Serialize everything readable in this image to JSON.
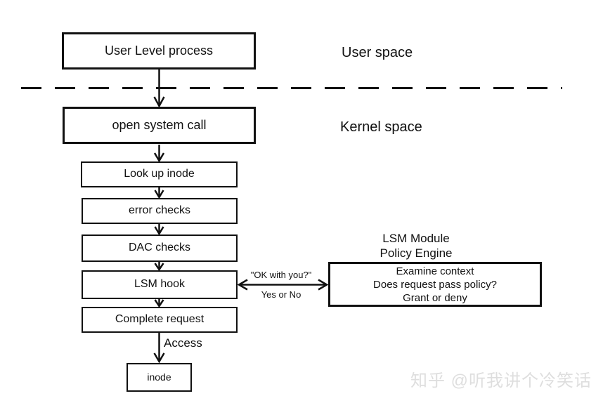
{
  "diagram": {
    "regions": {
      "user_space": "User space",
      "kernel_space": "Kernel space"
    },
    "nodes": {
      "user_level_process": "User Level process",
      "open_system_call": "open system call",
      "look_up_inode": "Look up inode",
      "error_checks": "error checks",
      "dac_checks": "DAC checks",
      "lsm_hook": "LSM hook",
      "complete_request": "Complete request",
      "inode": "inode",
      "lsm_module": {
        "title_line1": "LSM Module",
        "title_line2": "Policy Engine",
        "body_line1": "Examine context",
        "body_line2": "Does request pass policy?",
        "body_line3": "Grant or deny"
      }
    },
    "edge_labels": {
      "ok_with_you": "\"OK with you?\"",
      "yes_or_no": "Yes or No",
      "access": "Access"
    },
    "colors": {
      "line": "#111111",
      "text": "#111111",
      "background": "#ffffff",
      "watermark": "#d9d9d9"
    }
  },
  "watermark": {
    "text": "知乎 @听我讲个冷笑话"
  }
}
